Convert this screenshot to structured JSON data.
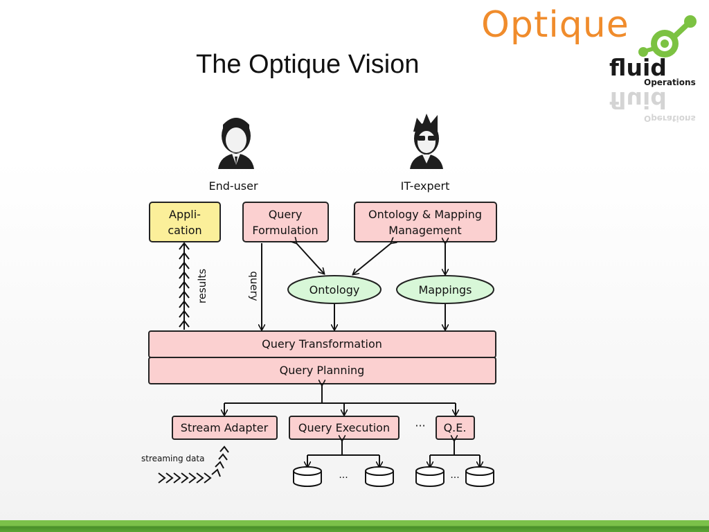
{
  "slide": {
    "title": "The Optique Vision"
  },
  "logos": {
    "optique": "Optique",
    "fluid": "fluid",
    "operations": "Operations"
  },
  "actors": {
    "end_user": "End-user",
    "it_expert": "IT-expert"
  },
  "boxes": {
    "application_line1": "Appli-",
    "application_line2": "cation",
    "query_formulation_line1": "Query",
    "query_formulation_line2": "Formulation",
    "ontology_mapping_line1": "Ontology & Mapping",
    "ontology_mapping_line2": "Management",
    "ontology": "Ontology",
    "mappings": "Mappings",
    "query_transformation": "Query Transformation",
    "query_planning": "Query Planning",
    "stream_adapter": "Stream Adapter",
    "query_execution": "Query Execution",
    "qe_short": "Q.E.",
    "ellipsis": "···"
  },
  "labels": {
    "results": "results",
    "query": "query",
    "streaming_data": "streaming data"
  },
  "colors": {
    "pink_box": "#fbd0d0",
    "yellow_box": "#fbef9a",
    "green_ellipse": "#d8f7d8",
    "orange_logo": "#f08c2c",
    "green_logo": "#7cc242",
    "footer_green": "#6db33f"
  },
  "icons": {
    "end_user": "person-suit-icon",
    "it_expert": "person-sunglasses-icon",
    "database": "database-cylinder-icon",
    "logo_molecule": "molecule-icon"
  }
}
